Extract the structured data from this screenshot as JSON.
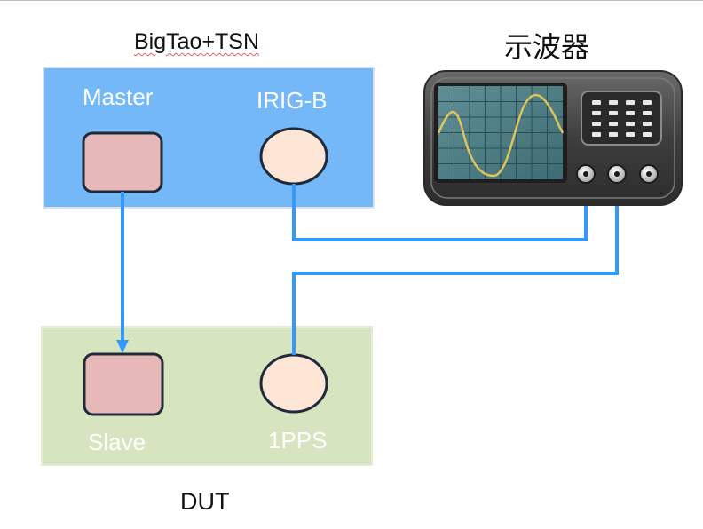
{
  "titles": {
    "system": "BigTao+TSN",
    "oscilloscope": "示波器",
    "dut": "DUT"
  },
  "nodes": {
    "master": "Master",
    "irig_b": "IRIG-B",
    "slave": "Slave",
    "pps": "1PPS"
  },
  "colors": {
    "master_panel": "#74b8f7",
    "dut_panel": "#d7e4c0",
    "square_port": "#e6b8b8",
    "round_port": "#fde6d6",
    "wire": "#3399ff",
    "scope_body": "#4a4a4a",
    "scope_screen": "#4f7f86",
    "waveform": "#e0c35a"
  },
  "icons": [
    "oscilloscope-icon"
  ]
}
